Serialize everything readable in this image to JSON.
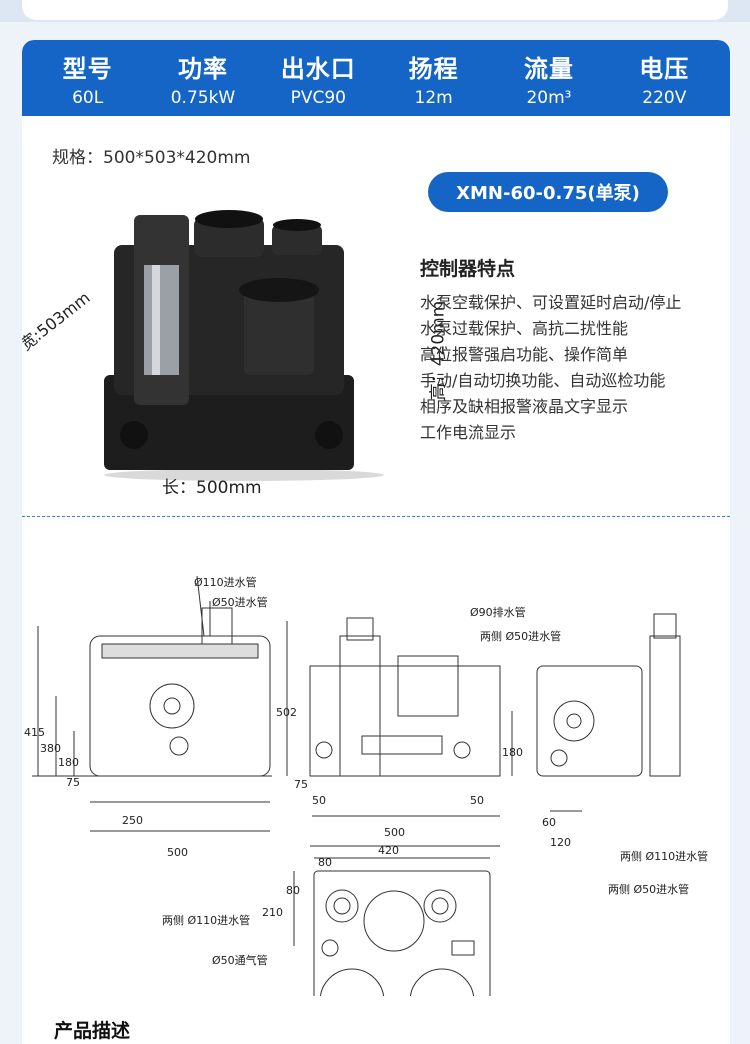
{
  "specs": [
    {
      "key": "型号",
      "value": "60L"
    },
    {
      "key": "功率",
      "value": "0.75kW"
    },
    {
      "key": "出水口",
      "value": "PVC90"
    },
    {
      "key": "扬程",
      "value": "12m"
    },
    {
      "key": "流量",
      "value": "20m³"
    },
    {
      "key": "电压",
      "value": "220V"
    }
  ],
  "size_label": "规格：500*503*420mm",
  "model": "XMN-60-0.75(单泵)",
  "product_photo": {
    "width_label": "宽:503mm",
    "height_label": "高：420mm",
    "length_label": "长：500mm"
  },
  "features": {
    "title": "控制器特点",
    "items": [
      "水泵空载保护、可设置延时启动/停止",
      "水泵过载保护、高抗二扰性能",
      "高位报警强启功能、操作简单",
      "手动/自动切换功能、自动巡检功能",
      "相序及缺相报警液晶文字显示",
      "工作电流显示"
    ]
  },
  "drawing": {
    "labels": {
      "in110": "Ø110进水管",
      "in50": "Ø50进水管",
      "out90": "Ø90排水管",
      "both50": "两侧 Ø50进水管",
      "both110_right": "两侧 Ø110进水管",
      "both50_right": "两侧 Ø50进水管",
      "both110_left": "两侧 Ø110进水管",
      "vent50": "Ø50通气管"
    },
    "dims": {
      "d415": "415",
      "d380": "380",
      "d180a": "180",
      "d75a": "75",
      "d250": "250",
      "d500a": "500",
      "d502": "502",
      "d75b": "75",
      "d50a": "50",
      "d50b": "50",
      "d500b": "500",
      "d420": "420",
      "d180b": "180",
      "d60": "60",
      "d120": "120",
      "d80a": "80",
      "d80b": "80",
      "d210": "210"
    }
  },
  "desc_title": "产品描述"
}
